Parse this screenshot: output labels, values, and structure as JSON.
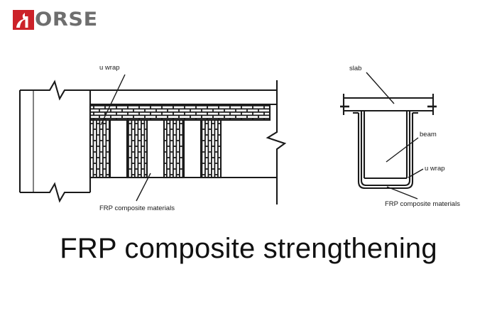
{
  "page": {
    "background_color": "#ffffff",
    "headline": "FRP composite strengthening"
  },
  "logo": {
    "name": "HORSE",
    "mark_icon": "horse-head-icon",
    "mark_letter": "H",
    "wordmark": "ORSE",
    "red_hex": "#cc2229",
    "gray_hex": "#6e6e6e"
  },
  "diagrams": {
    "left": {
      "title_role": "elevation-view",
      "labels": {
        "u_wrap": "u wrap",
        "frp": "FRP composite materials"
      },
      "strip_count": 4,
      "line_color": "#1a1a1a"
    },
    "right": {
      "title_role": "section-view",
      "labels": {
        "slab": "slab",
        "beam": "beam",
        "u_wrap": "u wrap",
        "frp": "FRP composite materials"
      },
      "line_color": "#1a1a1a"
    }
  }
}
